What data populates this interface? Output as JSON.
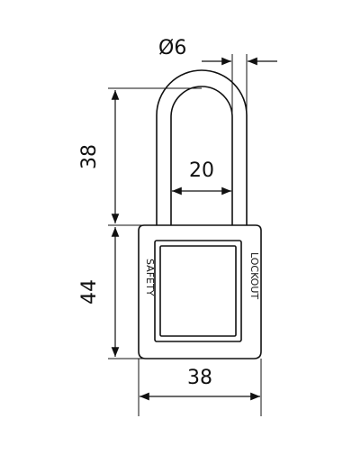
{
  "dimensions": {
    "shackle_diameter": "Ø6",
    "shackle_height": "38",
    "shackle_inner_width": "20",
    "body_height": "44",
    "body_width": "38"
  },
  "body_labels": {
    "left": "SAFETY",
    "right": "LOCKOUT"
  },
  "colors": {
    "line": "#111111",
    "background": "#ffffff"
  }
}
